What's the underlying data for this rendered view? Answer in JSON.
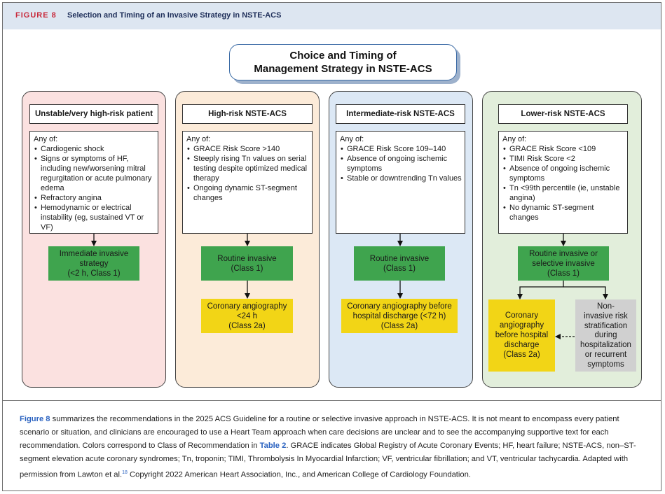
{
  "header": {
    "figure_label": "FIGURE 8",
    "figure_title": "Selection and Timing of an Invasive Strategy in NSTE-ACS"
  },
  "diagram_title": {
    "line1": "Choice and Timing of",
    "line2": "Management Strategy in NSTE-ACS"
  },
  "columns": [
    {
      "heading": "Unstable/very high-risk patient",
      "intro": "Any of:",
      "items": [
        "Cardiogenic shock",
        "Signs or symptoms of HF, including new/worsening mitral regurgitation or acute pulmonary edema",
        "Refractory angina",
        "Hemodynamic or electrical instability (eg, sustained VT or VF)"
      ],
      "strategy": [
        "Immediate invasive",
        "strategy",
        "(<2 h, Class 1)"
      ]
    },
    {
      "heading": "High-risk NSTE-ACS",
      "intro": "Any of:",
      "items": [
        "GRACE Risk Score >140",
        "Steeply rising Tn values on serial testing despite optimized medical therapy",
        "Ongoing dynamic ST-segment changes"
      ],
      "strategy": [
        "Routine invasive",
        "(Class 1)"
      ],
      "timing": [
        "Coronary angiography",
        "<24 h",
        "(Class 2a)"
      ]
    },
    {
      "heading": "Intermediate-risk NSTE-ACS",
      "intro": "Any of:",
      "items": [
        "GRACE Risk Score 109–140",
        "Absence of ongoing ischemic symptoms",
        "Stable or downtrending Tn values"
      ],
      "strategy": [
        "Routine invasive",
        "(Class 1)"
      ],
      "timing": [
        "Coronary angiography before",
        "hospital discharge (<72 h)",
        "(Class 2a)"
      ]
    },
    {
      "heading": "Lower-risk NSTE-ACS",
      "intro": "Any of:",
      "items": [
        "GRACE Risk Score <109",
        "TIMI Risk Score <2",
        "Absence of ongoing ischemic symptoms",
        "Tn <99th percentile (ie, unstable angina)",
        "No dynamic ST-segment changes"
      ],
      "strategy": [
        "Routine invasive or",
        "selective invasive",
        "(Class 1)"
      ],
      "timing": [
        "Coronary",
        "angiography",
        "before hospital",
        "discharge",
        "(Class 2a)"
      ],
      "noninvasive": [
        "Non-",
        "invasive risk",
        "stratification",
        "during",
        "hospitalization",
        "or recurrent",
        "symptoms"
      ]
    }
  ],
  "colors": {
    "class1_green": "#3fa44e",
    "class2a_yellow": "#f2d516",
    "noninvasive_grey": "#d0d0d0",
    "column1_bg": "#fbe1e0",
    "column2_bg": "#fcebd9",
    "column3_bg": "#dce8f5",
    "column4_bg": "#e2eedb",
    "figure_label_red": "#c8283a",
    "link_blue": "#2a62c0"
  },
  "caption": {
    "figure_ref": "Figure 8",
    "part1": " summarizes the recommendations in the 2025 ACS Guideline for a routine or selective invasive approach in NSTE-ACS. It is not meant to encompass every patient scenario or situation, and clinicians are encouraged to use a Heart Team approach when care decisions are unclear and to see the accompanying supportive text for each recommendation. Colors correspond to Class of Recommendation in ",
    "table_ref": "Table 2",
    "part2": ". GRACE indicates Global Registry of Acute Coronary Events; HF, heart failure; NSTE-ACS, non–ST-segment elevation acute coronary syndromes; Tn, troponin; TIMI, Thrombolysis In Myocardial Infarction; VF, ventricular fibrillation; and VT, ventricular tachycardia. Adapted with permission from Lawton et al.",
    "citation": "18",
    "part3": " Copyright 2022 American Heart Association, Inc., and American College of Cardiology Foundation."
  }
}
